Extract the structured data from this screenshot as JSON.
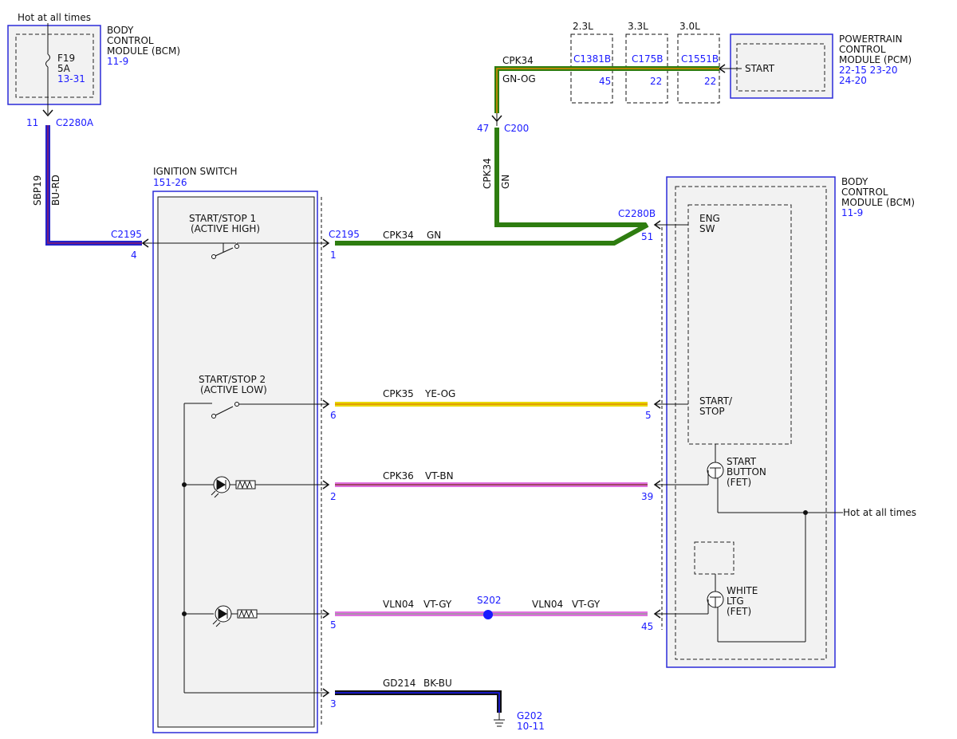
{
  "top_left": {
    "hot_label": "Hot at all times",
    "bcm_line1": "BODY",
    "bcm_line2": "CONTROL",
    "bcm_line3": "MODULE (BCM)",
    "bcm_ref": "11-9",
    "fuse_name": "F19",
    "fuse_rating": "5A",
    "fuse_ref": "13-31",
    "pin": "11",
    "connector": "C2280A",
    "circuit": "SBP19",
    "color": "BU-RD"
  },
  "ignition_switch": {
    "title": "IGNITION SWITCH",
    "ref": "151-26",
    "ss1_line1": "START/STOP 1",
    "ss1_line2": "(ACTIVE HIGH)",
    "ss2_line1": "START/STOP 2",
    "ss2_line2": "(ACTIVE LOW)",
    "left_connector": "C2195",
    "left_pin": "4",
    "right_connector": "C2195",
    "pin_1": "1",
    "pin_6": "6",
    "pin_2": "2",
    "pin_5": "5",
    "pin_3": "3"
  },
  "engines": {
    "e1_label": "2.3L",
    "e1_connector": "C1381B",
    "e1_pin": "45",
    "e2_label": "3.3L",
    "e2_connector": "C175B",
    "e2_pin": "22",
    "e3_label": "3.0L",
    "e3_connector": "C1551B",
    "e3_pin": "22"
  },
  "pcm": {
    "line1": "POWERTRAIN",
    "line2": "CONTROL",
    "line3": "MODULE (PCM)",
    "ref_line1": "22-15 23-20",
    "ref_line2": "24-20",
    "start_label": "START"
  },
  "upper_wire": {
    "circuit": "CPK34",
    "color": "GN-OG",
    "c200_pin": "47",
    "c200": "C200",
    "vert_circuit": "CPK34",
    "vert_color": "GN"
  },
  "bcm_right": {
    "line1": "BODY",
    "line2": "CONTROL",
    "line3": "MODULE (BCM)",
    "ref": "11-9",
    "connector": "C2280B",
    "pin_51": "51",
    "pin_5": "5",
    "pin_39": "39",
    "pin_45": "45",
    "eng_sw_line1": "ENG",
    "eng_sw_line2": "SW",
    "start_stop_line1": "START/",
    "start_stop_line2": "STOP",
    "start_btn_line1": "START",
    "start_btn_line2": "BUTTON",
    "start_btn_line3": "(FET)",
    "white_line1": "WHITE",
    "white_line2": "LTG",
    "white_line3": "(FET)",
    "hot_label": "Hot at all times"
  },
  "wires": {
    "w1_circuit": "CPK34",
    "w1_color": "GN",
    "w2_circuit": "CPK35",
    "w2_color": "YE-OG",
    "w3_circuit": "CPK36",
    "w3_color": "VT-BN",
    "w4_circuit": "VLN04",
    "w4_color": "VT-GY",
    "w4b_circuit": "VLN04",
    "w4b_color": "VT-GY",
    "splice": "S202",
    "w5_circuit": "GD214",
    "w5_color": "BK-BU",
    "ground": "G202",
    "ground_ref": "10-11"
  }
}
